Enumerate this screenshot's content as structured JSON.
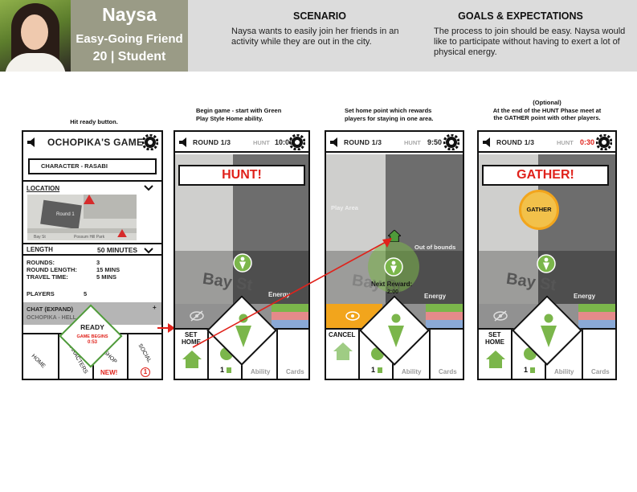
{
  "persona": {
    "name": "Naysa",
    "description": "Easy-Going Friend",
    "age_role": "20 | Student",
    "scenario_title": "SCENARIO",
    "scenario_text": "Naysa wants to easily join her friends in an activity while they are out in the city.",
    "goals_title": "GOALS & EXPECTATIONS",
    "goals_text": "The process to join should be easy. Naysa would like to participate without having to exert a lot of physical energy."
  },
  "captions": {
    "step1": "Hit ready button.",
    "step2_line1": "Begin game - start with Green",
    "step2_line2": "Play Style Home ability.",
    "step3_line1": "Set home point which rewards",
    "step3_line2": "players for staying in one area.",
    "step4_line1": "(Optional)",
    "step4_line2": "At the end of the HUNT Phase meet at",
    "step4_line3": "the GATHER point  with other players."
  },
  "lobby": {
    "title": "OCHOPIKA'S GAME",
    "character": "CHARACTER - RASABI",
    "location_label": "LOCATION",
    "map_round_label": "Round 1",
    "map_street_label": "Bay St",
    "map_street_label2": "Possum Hill Park",
    "length_label": "LENGTH",
    "length_value": "50 MINUTES",
    "rounds_label": "ROUNDS:",
    "rounds_value": "3",
    "round_length_label": "ROUND LENGTH:",
    "round_length_value": "15 MINS",
    "travel_time_label": "TRAVEL TIME:",
    "travel_time_value": "5 MINS",
    "players_label": "PLAYERS",
    "players_value": "5",
    "chat_label": "CHAT (EXPAND)",
    "chat_plus": "+",
    "chat_message": "OCHOPIKA - HELL",
    "ready_label": "READY",
    "game_begins_label": "GAME BEGINS",
    "game_begins_time": "0:53",
    "nav_home": "HOME",
    "nav_characters": "CHARACTERS",
    "nav_shop": "SHOP",
    "nav_shop_badge": "NEW!",
    "nav_social": "SOCIAL",
    "nav_social_badge": "1"
  },
  "hunt": {
    "round": "ROUND 1/3",
    "phase": "HUNT",
    "time": "10:00",
    "banner": "HUNT!",
    "map_street": "Bay St",
    "map_energy": "Energy",
    "set_home_line1": "SET",
    "set_home_line2": "HOME",
    "count": "1",
    "ability": "Ability",
    "cards": "Cards"
  },
  "sethome": {
    "round": "ROUND 1/3",
    "phase": "HUNT",
    "time": "9:50",
    "play_area": "Play Area",
    "out_of_bounds": "Out of bounds",
    "next_reward_label": "Next Reward:",
    "next_reward_time": "2:00",
    "map_street": "Bay St",
    "map_energy": "Energy",
    "cancel": "CANCEL",
    "count": "1",
    "ability": "Ability",
    "cards": "Cards"
  },
  "gather": {
    "round": "ROUND 1/3",
    "phase": "HUNT",
    "time": "0:30",
    "banner": "GATHER!",
    "gather_point": "GATHER",
    "map_street": "Bay St",
    "map_energy": "Energy",
    "set_home_line1": "SET",
    "set_home_line2": "HOME",
    "count": "1",
    "ability": "Ability",
    "cards": "Cards"
  },
  "colors": {
    "accent_red": "#e0221b",
    "energy_green": "#7bb64b",
    "home_orange": "#f2a51c",
    "persona_box": "#9a9b86"
  }
}
